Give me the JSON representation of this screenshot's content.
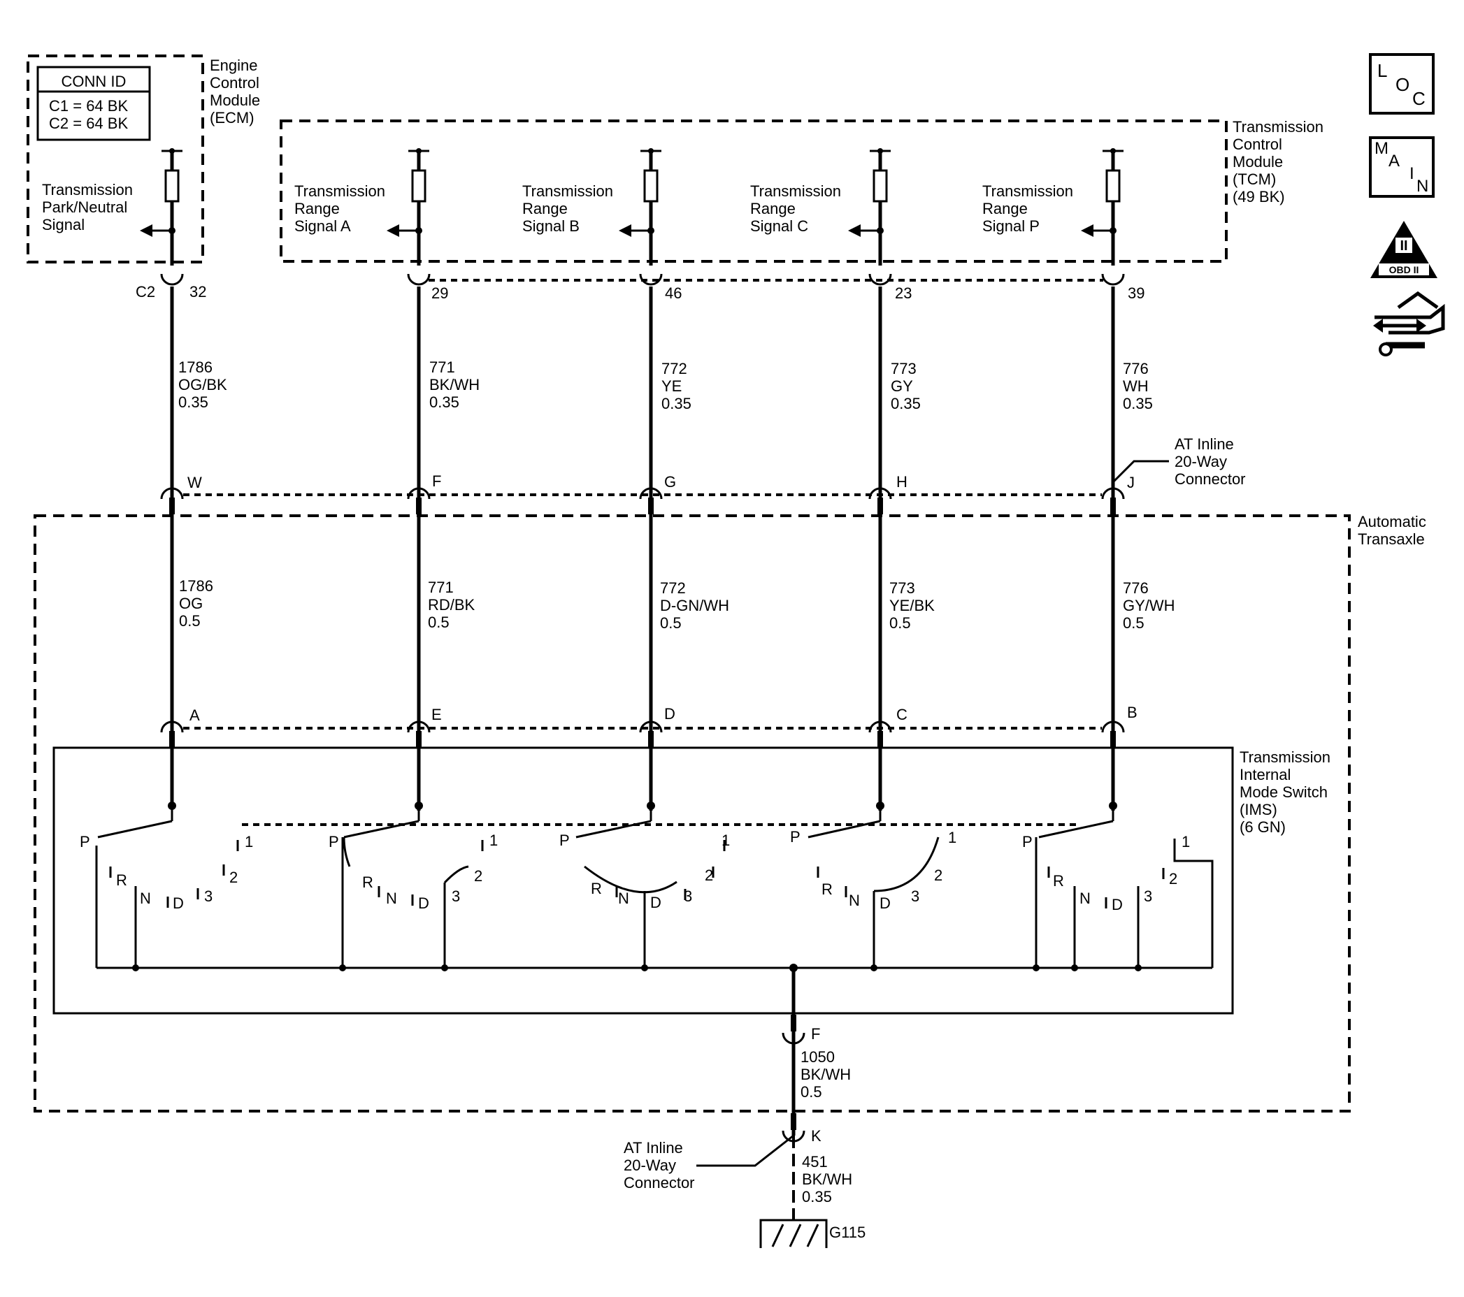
{
  "conn_id": {
    "title": "CONN ID",
    "line1": "C1 = 64 BK",
    "line2": "C2 = 64 BK"
  },
  "ecm": {
    "label": [
      "Engine",
      "Control",
      "Module",
      "(ECM)"
    ],
    "signal": [
      "Transmission",
      "Park/Neutral",
      "Signal"
    ],
    "connector": "C2",
    "pin": "32"
  },
  "tcm": {
    "label": [
      "Transmission",
      "Control",
      "Module",
      "(TCM)",
      "(49 BK)"
    ],
    "signals": [
      {
        "lines": [
          "Transmission",
          "Range",
          "Signal A"
        ],
        "pin": "29"
      },
      {
        "lines": [
          "Transmission",
          "Range",
          "Signal B"
        ],
        "pin": "46"
      },
      {
        "lines": [
          "Transmission",
          "Range",
          "Signal C"
        ],
        "pin": "23"
      },
      {
        "lines": [
          "Transmission",
          "Range",
          "Signal P"
        ],
        "pin": "39"
      }
    ]
  },
  "upper_wires": [
    {
      "circuit": "1786",
      "color": "OG/BK",
      "gauge": "0.35"
    },
    {
      "circuit": "771",
      "color": "BK/WH",
      "gauge": "0.35"
    },
    {
      "circuit": "772",
      "color": "YE",
      "gauge": "0.35"
    },
    {
      "circuit": "773",
      "color": "GY",
      "gauge": "0.35"
    },
    {
      "circuit": "776",
      "color": "WH",
      "gauge": "0.35"
    }
  ],
  "inline_connector": {
    "label": [
      "AT Inline",
      "20-Way",
      "Connector"
    ],
    "pins": [
      "W",
      "F",
      "G",
      "H",
      "J"
    ]
  },
  "transaxle": {
    "label": [
      "Automatic",
      "Transaxle"
    ]
  },
  "lower_wires": [
    {
      "circuit": "1786",
      "color": "OG",
      "gauge": "0.5"
    },
    {
      "circuit": "771",
      "color": "RD/BK",
      "gauge": "0.5"
    },
    {
      "circuit": "772",
      "color": "D-GN/WH",
      "gauge": "0.5"
    },
    {
      "circuit": "773",
      "color": "YE/BK",
      "gauge": "0.5"
    },
    {
      "circuit": "776",
      "color": "GY/WH",
      "gauge": "0.5"
    }
  ],
  "ims": {
    "label": [
      "Transmission",
      "Internal",
      "Mode Switch",
      "(IMS)",
      "(6 GN)"
    ],
    "pins": [
      "A",
      "E",
      "D",
      "C",
      "B"
    ],
    "positions": [
      "P",
      "R",
      "N",
      "D",
      "3",
      "2",
      "1"
    ],
    "ground_pin": "F"
  },
  "ground_wire_1": {
    "circuit": "1050",
    "color": "BK/WH",
    "gauge": "0.5"
  },
  "ground_connector": {
    "pin": "K",
    "label": [
      "AT Inline",
      "20-Way",
      "Connector"
    ]
  },
  "ground_wire_2": {
    "circuit": "451",
    "color": "BK/WH",
    "gauge": "0.35"
  },
  "ground": {
    "label": "G115"
  },
  "side_icons": {
    "loc": [
      "L",
      "O",
      "C"
    ],
    "main": [
      "M",
      "A",
      "I",
      "N"
    ],
    "obd": {
      "numeral": "II",
      "text": "OBD II"
    }
  }
}
